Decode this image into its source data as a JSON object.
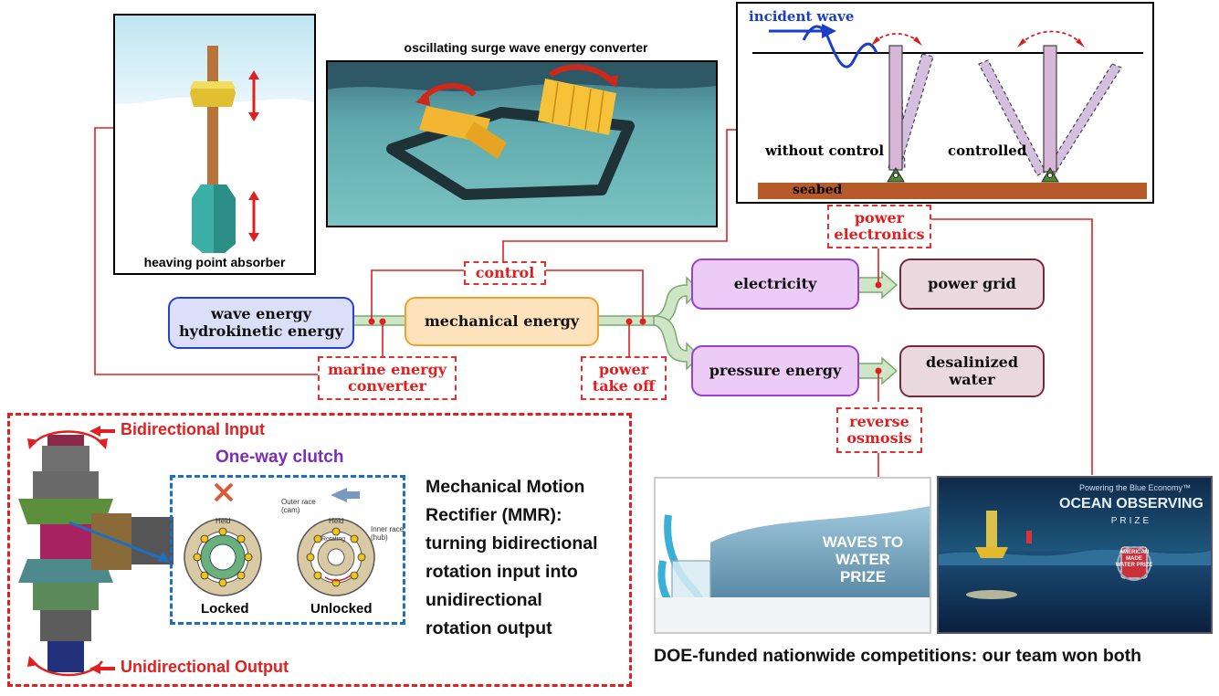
{
  "flow": {
    "wave": "wave energy\nhydrokinetic energy",
    "mechanical": "mechanical energy",
    "electricity": "electricity",
    "pressure": "pressure energy",
    "grid": "power grid",
    "water": "desalinized\nwater"
  },
  "labels": {
    "control": "control",
    "marine": "marine energy\nconverter",
    "pto": "power\ntake off",
    "power_electronics": "power\nelectronics",
    "ro": "reverse\nosmosis"
  },
  "images": {
    "heaving_caption": "heaving point absorber",
    "surge_caption": "oscillating surge wave energy converter",
    "incident_wave": "incident wave",
    "without_control": "without control",
    "controlled": "controlled",
    "seabed": "seabed"
  },
  "mmr": {
    "bidirectional_input": "Bidirectional Input",
    "unidirectional_output": "Unidirectional Output",
    "clutch_title": "One-way clutch",
    "locked": "Locked",
    "unlocked": "Unlocked",
    "held": "Held",
    "rotating": "Rotating",
    "outer_race": "Outer race\n(cam)",
    "inner_race": "Inner race\n(hub)",
    "desc_lines": [
      "Mechanical Motion",
      "Rectifier (MMR):",
      "turning bidirectional",
      "rotation input into",
      "unidirectional",
      "rotation output"
    ]
  },
  "prizes": {
    "w2w_line1": "WAVES TO WATER",
    "w2w_line2": "PRIZE",
    "powering": "Powering the Blue Economy™",
    "ocean_line1": "OCEAN OBSERVING",
    "ocean_line2": "PRIZE",
    "badge_line1": "AMERICAN",
    "badge_line2": "MADE",
    "badge_line3": "WATER PRIZE",
    "bottom_caption": "DOE-funded nationwide competitions: our team won both"
  },
  "colors": {
    "red": "#e02020",
    "blue_dash": "#1e6fc0",
    "purple": "#7a2fb0"
  }
}
